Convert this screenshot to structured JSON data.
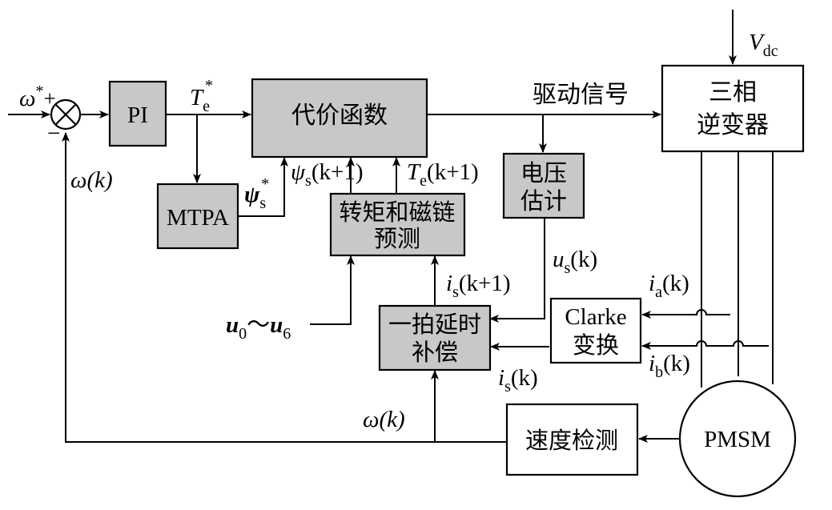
{
  "blocks": {
    "pi": "PI",
    "mtpa": "MTPA",
    "cost": "代价函数",
    "predict": [
      "转矩和磁链",
      "预测"
    ],
    "voltage": [
      "电压",
      "估计"
    ],
    "inverter": [
      "三相",
      "逆变器"
    ],
    "delay": [
      "一拍延时",
      "补偿"
    ],
    "clarke": [
      "Clarke",
      "变换"
    ],
    "speed": "速度检测",
    "pmsm": "PMSM"
  },
  "signals": {
    "drive": "驱动信号",
    "omega_ref": "ω",
    "omega_ref_sup": "*",
    "plus": "+",
    "minus": "−",
    "omega_k": "ω(k)",
    "omega_k2": "ω(k)",
    "te_ref": "T",
    "te_ref_sub": "e",
    "te_ref_sup": "*",
    "psi_ref": "ψ",
    "psi_ref_sub": "s",
    "psi_ref_sup": "*",
    "psi_pred": "ψ",
    "psi_pred_sub": "s",
    "psi_pred_arg": "(k+1)",
    "te_pred": "T",
    "te_pred_sub": "e",
    "te_pred_arg": "(k+1)",
    "is_pred": "i",
    "is_pred_sub": "s",
    "is_pred_arg": "(k+1)",
    "us": "u",
    "us_sub": "s",
    "us_arg": "(k)",
    "is_k": "i",
    "is_k_sub": "s",
    "is_k_arg": "(k)",
    "ia": "i",
    "ia_sub": "a",
    "ia_arg": "(k)",
    "ib": "i",
    "ib_sub": "b",
    "ib_arg": "(k)",
    "vdc": "V",
    "vdc_sub": "dc",
    "u0": "u",
    "u0_sub": "0",
    "tilde": "～",
    "u6": "u",
    "u6_sub": "6"
  },
  "colors": {
    "block_fill": "#c8c8c8",
    "line": "#000000"
  }
}
